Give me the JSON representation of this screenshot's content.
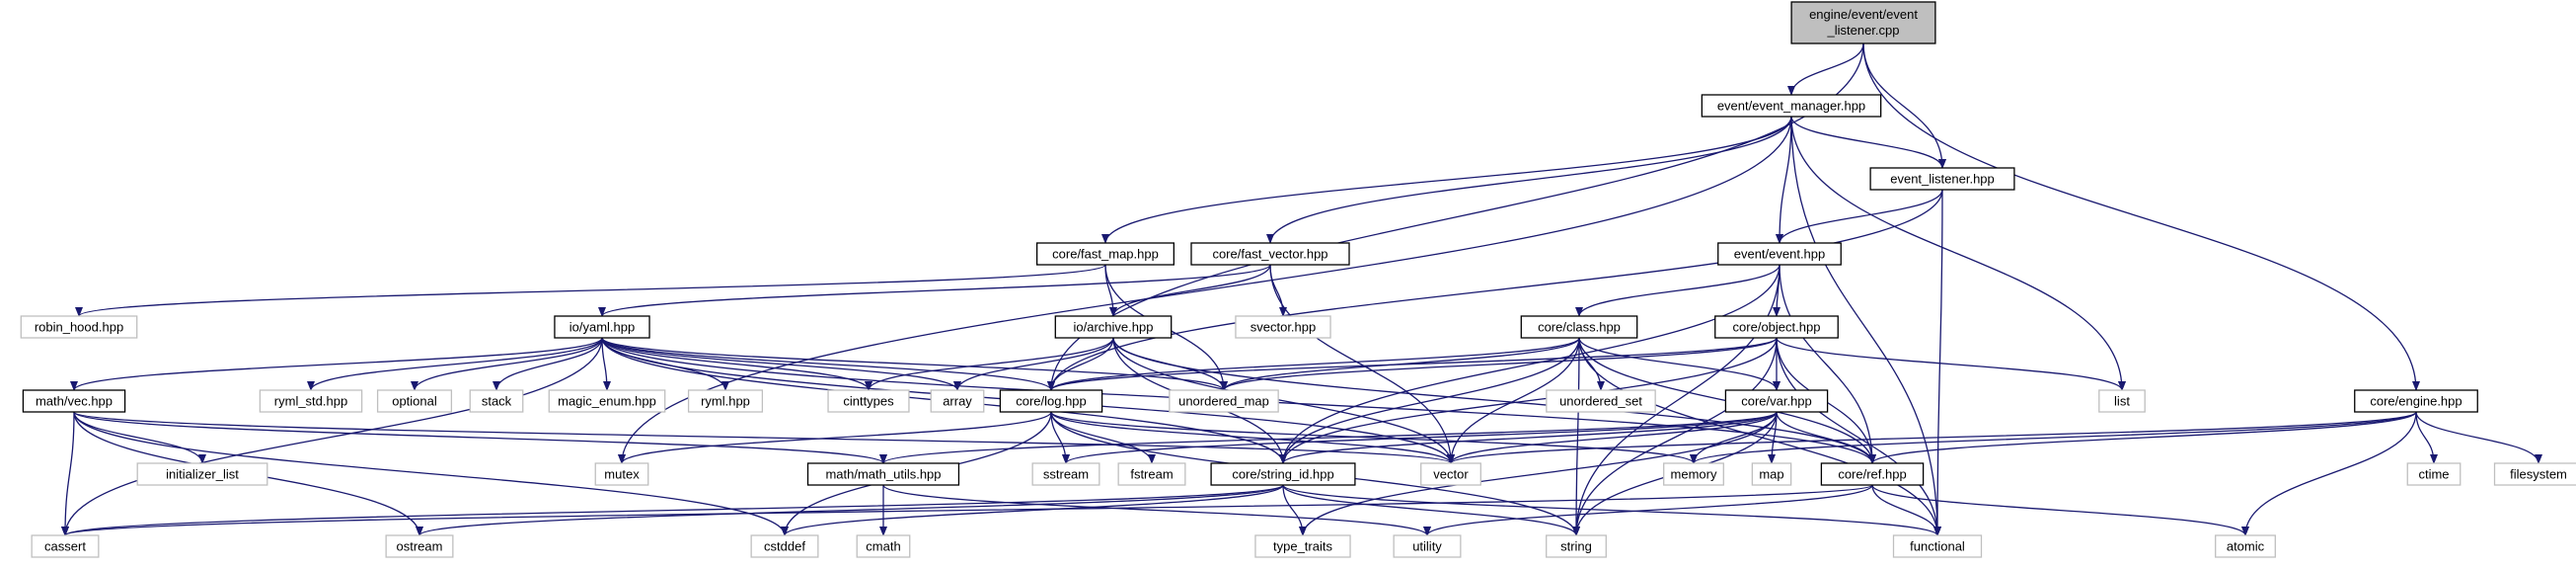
{
  "diagram": {
    "type": "include-dependency-graph",
    "colors": {
      "edge": "#191970",
      "root_fill": "#bfbfbf",
      "root_stroke": "#000000",
      "file_fill": "#ffffff",
      "file_stroke": "#000000",
      "ext_fill": "#ffffff",
      "ext_stroke": "#bfbfbf",
      "text": "#000000"
    },
    "nodes": [
      {
        "id": "root",
        "label": "engine/event/event_listener.cpp",
        "lines": [
          "engine/event/event",
          "_listener.cpp"
        ],
        "kind": "root"
      },
      {
        "id": "event_manager",
        "label": "event/event_manager.hpp",
        "kind": "file"
      },
      {
        "id": "event_listener",
        "label": "event_listener.hpp",
        "kind": "file"
      },
      {
        "id": "engine",
        "label": "core/engine.hpp",
        "kind": "file"
      },
      {
        "id": "fast_map",
        "label": "core/fast_map.hpp",
        "kind": "file"
      },
      {
        "id": "fast_vector",
        "label": "core/fast_vector.hpp",
        "kind": "file"
      },
      {
        "id": "event_hpp",
        "label": "event/event.hpp",
        "kind": "file"
      },
      {
        "id": "robin_hood",
        "label": "robin_hood.hpp",
        "kind": "ext"
      },
      {
        "id": "yaml",
        "label": "io/yaml.hpp",
        "kind": "file"
      },
      {
        "id": "archive",
        "label": "io/archive.hpp",
        "kind": "file"
      },
      {
        "id": "svector",
        "label": "svector.hpp",
        "kind": "ext"
      },
      {
        "id": "class",
        "label": "core/class.hpp",
        "kind": "file"
      },
      {
        "id": "object",
        "label": "core/object.hpp",
        "kind": "file"
      },
      {
        "id": "vec",
        "label": "math/vec.hpp",
        "kind": "file"
      },
      {
        "id": "ryml_std",
        "label": "ryml_std.hpp",
        "kind": "ext"
      },
      {
        "id": "optional",
        "label": "optional",
        "kind": "ext"
      },
      {
        "id": "stack",
        "label": "stack",
        "kind": "ext"
      },
      {
        "id": "magic_enum",
        "label": "magic_enum.hpp",
        "kind": "ext"
      },
      {
        "id": "ryml",
        "label": "ryml.hpp",
        "kind": "ext"
      },
      {
        "id": "cinttypes",
        "label": "cinttypes",
        "kind": "ext"
      },
      {
        "id": "array",
        "label": "array",
        "kind": "ext"
      },
      {
        "id": "log",
        "label": "core/log.hpp",
        "kind": "file"
      },
      {
        "id": "unordered_map",
        "label": "unordered_map",
        "kind": "ext"
      },
      {
        "id": "unordered_set",
        "label": "unordered_set",
        "kind": "ext"
      },
      {
        "id": "var",
        "label": "core/var.hpp",
        "kind": "file"
      },
      {
        "id": "list",
        "label": "list",
        "kind": "ext"
      },
      {
        "id": "initializer_list",
        "label": "initializer_list",
        "kind": "ext"
      },
      {
        "id": "mutex",
        "label": "mutex",
        "kind": "ext"
      },
      {
        "id": "math_utils",
        "label": "math/math_utils.hpp",
        "kind": "file"
      },
      {
        "id": "sstream",
        "label": "sstream",
        "kind": "ext"
      },
      {
        "id": "fstream",
        "label": "fstream",
        "kind": "ext"
      },
      {
        "id": "string_id",
        "label": "core/string_id.hpp",
        "kind": "file"
      },
      {
        "id": "vector",
        "label": "vector",
        "kind": "ext"
      },
      {
        "id": "memory",
        "label": "memory",
        "kind": "ext"
      },
      {
        "id": "map",
        "label": "map",
        "kind": "ext"
      },
      {
        "id": "ref",
        "label": "core/ref.hpp",
        "kind": "file"
      },
      {
        "id": "ctime",
        "label": "ctime",
        "kind": "ext"
      },
      {
        "id": "filesystem",
        "label": "filesystem",
        "kind": "ext"
      },
      {
        "id": "cassert",
        "label": "cassert",
        "kind": "ext"
      },
      {
        "id": "ostream",
        "label": "ostream",
        "kind": "ext"
      },
      {
        "id": "cstddef",
        "label": "cstddef",
        "kind": "ext"
      },
      {
        "id": "cmath",
        "label": "cmath",
        "kind": "ext"
      },
      {
        "id": "type_traits",
        "label": "type_traits",
        "kind": "ext"
      },
      {
        "id": "utility",
        "label": "utility",
        "kind": "ext"
      },
      {
        "id": "string",
        "label": "string",
        "kind": "ext"
      },
      {
        "id": "functional",
        "label": "functional",
        "kind": "ext"
      },
      {
        "id": "atomic",
        "label": "atomic",
        "kind": "ext"
      }
    ],
    "edges": [
      [
        "root",
        "event_manager"
      ],
      [
        "root",
        "event_listener"
      ],
      [
        "root",
        "engine"
      ],
      [
        "root",
        "log"
      ],
      [
        "event_manager",
        "event_listener"
      ],
      [
        "event_manager",
        "fast_map"
      ],
      [
        "event_manager",
        "fast_vector"
      ],
      [
        "event_manager",
        "event_hpp"
      ],
      [
        "event_manager",
        "list"
      ],
      [
        "event_manager",
        "functional"
      ],
      [
        "event_manager",
        "mutex"
      ],
      [
        "event_listener",
        "event_hpp"
      ],
      [
        "event_listener",
        "log"
      ],
      [
        "event_listener",
        "functional"
      ],
      [
        "fast_map",
        "robin_hood"
      ],
      [
        "fast_map",
        "archive"
      ],
      [
        "fast_map",
        "unordered_map"
      ],
      [
        "fast_vector",
        "svector"
      ],
      [
        "fast_vector",
        "archive"
      ],
      [
        "fast_vector",
        "yaml"
      ],
      [
        "fast_vector",
        "vector"
      ],
      [
        "event_hpp",
        "class"
      ],
      [
        "event_hpp",
        "object"
      ],
      [
        "event_hpp",
        "ref"
      ],
      [
        "event_hpp",
        "string"
      ],
      [
        "event_hpp",
        "string_id"
      ],
      [
        "yaml",
        "vec"
      ],
      [
        "yaml",
        "ryml_std"
      ],
      [
        "yaml",
        "optional"
      ],
      [
        "yaml",
        "stack"
      ],
      [
        "yaml",
        "magic_enum"
      ],
      [
        "yaml",
        "ryml"
      ],
      [
        "yaml",
        "cinttypes"
      ],
      [
        "yaml",
        "array"
      ],
      [
        "yaml",
        "unordered_map"
      ],
      [
        "yaml",
        "log"
      ],
      [
        "yaml",
        "vector"
      ],
      [
        "yaml",
        "cassert"
      ],
      [
        "yaml",
        "ref"
      ],
      [
        "yaml",
        "string_id"
      ],
      [
        "archive",
        "cinttypes"
      ],
      [
        "archive",
        "array"
      ],
      [
        "archive",
        "unordered_map"
      ],
      [
        "archive",
        "log"
      ],
      [
        "archive",
        "vector"
      ],
      [
        "archive",
        "string_id"
      ],
      [
        "archive",
        "ref"
      ],
      [
        "class",
        "log"
      ],
      [
        "class",
        "unordered_map"
      ],
      [
        "class",
        "unordered_set"
      ],
      [
        "class",
        "var"
      ],
      [
        "class",
        "vector"
      ],
      [
        "class",
        "string"
      ],
      [
        "class",
        "string_id"
      ],
      [
        "class",
        "ref"
      ],
      [
        "class",
        "functional"
      ],
      [
        "object",
        "log"
      ],
      [
        "object",
        "unordered_map"
      ],
      [
        "object",
        "var"
      ],
      [
        "object",
        "ref"
      ],
      [
        "object",
        "list"
      ],
      [
        "object",
        "string"
      ],
      [
        "object",
        "functional"
      ],
      [
        "object",
        "string_id"
      ],
      [
        "vec",
        "initializer_list"
      ],
      [
        "vec",
        "cassert"
      ],
      [
        "vec",
        "ostream"
      ],
      [
        "vec",
        "cstddef"
      ],
      [
        "vec",
        "math_utils"
      ],
      [
        "vec",
        "vector"
      ],
      [
        "log",
        "mutex"
      ],
      [
        "log",
        "sstream"
      ],
      [
        "log",
        "fstream"
      ],
      [
        "log",
        "vector"
      ],
      [
        "log",
        "string"
      ],
      [
        "log",
        "cstddef"
      ],
      [
        "log",
        "memory"
      ],
      [
        "var",
        "memory"
      ],
      [
        "var",
        "map"
      ],
      [
        "var",
        "ref"
      ],
      [
        "var",
        "vector"
      ],
      [
        "var",
        "string"
      ],
      [
        "var",
        "string_id"
      ],
      [
        "var",
        "math_utils"
      ],
      [
        "var",
        "type_traits"
      ],
      [
        "var",
        "sstream"
      ],
      [
        "math_utils",
        "cmath"
      ],
      [
        "math_utils",
        "utility"
      ],
      [
        "string_id",
        "cassert"
      ],
      [
        "string_id",
        "ostream"
      ],
      [
        "string_id",
        "cstddef"
      ],
      [
        "string_id",
        "type_traits"
      ],
      [
        "string_id",
        "string"
      ],
      [
        "string_id",
        "functional"
      ],
      [
        "ref",
        "atomic"
      ],
      [
        "ref",
        "functional"
      ],
      [
        "ref",
        "utility"
      ],
      [
        "ref",
        "cassert"
      ],
      [
        "engine",
        "ctime"
      ],
      [
        "engine",
        "filesystem"
      ],
      [
        "engine",
        "atomic"
      ],
      [
        "engine",
        "vector"
      ],
      [
        "engine",
        "memory"
      ],
      [
        "engine",
        "ref"
      ]
    ]
  }
}
